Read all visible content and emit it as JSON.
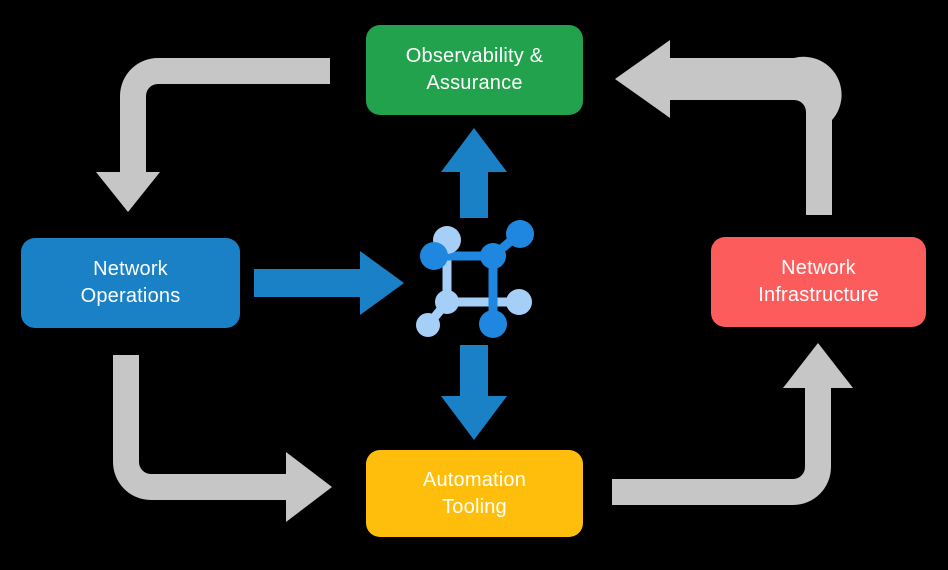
{
  "diagram": {
    "type": "cycle-diagram",
    "background_color": "#000000",
    "center": {
      "icon": "network-topology-icon",
      "colors": {
        "primary_node": "#1F87E0",
        "secondary_node": "#A6CFF8"
      }
    },
    "nodes": [
      {
        "id": "observability",
        "label_line1": "Observability &",
        "label_line2": "Assurance",
        "color": "#22A24C",
        "text_color": "#FFFFFF",
        "position": "top"
      },
      {
        "id": "operations",
        "label_line1": "Network",
        "label_line2": "Operations",
        "color": "#1B81C6",
        "text_color": "#FFFFFF",
        "position": "left"
      },
      {
        "id": "infrastructure",
        "label_line1": "Network",
        "label_line2": "Infrastructure",
        "color": "#FC5C5C",
        "text_color": "#FFFFFF",
        "position": "right"
      },
      {
        "id": "automation",
        "label_line1": "Automation",
        "label_line2": "Tooling",
        "color": "#FFBE0B",
        "text_color": "#FFFFFF",
        "position": "bottom"
      }
    ],
    "connectors": {
      "blue_color": "#1B81C6",
      "gray_color": "#C6C6C6",
      "blue_arrows": [
        {
          "id": "center-to-observability",
          "direction": "up"
        },
        {
          "id": "operations-to-center",
          "direction": "right"
        },
        {
          "id": "center-to-automation",
          "direction": "down"
        }
      ],
      "gray_arrows": [
        {
          "id": "observability-to-operations",
          "direction": "down"
        },
        {
          "id": "infrastructure-to-observability",
          "direction": "left"
        },
        {
          "id": "operations-to-automation",
          "direction": "right"
        },
        {
          "id": "automation-to-infrastructure",
          "direction": "up"
        }
      ]
    }
  }
}
